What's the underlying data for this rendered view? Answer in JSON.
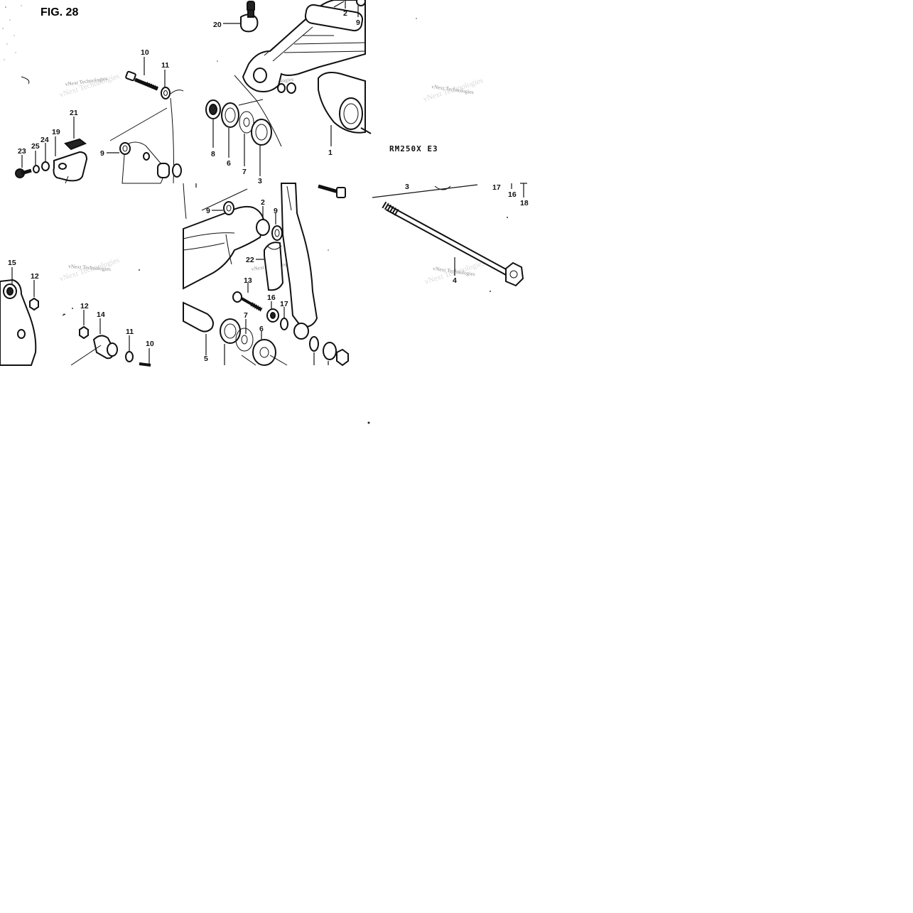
{
  "figure": {
    "title": "FIG. 28",
    "model_label": "RM250X E3",
    "watermark": "vNext Technologies"
  },
  "callouts": [
    {
      "id": "c1",
      "text": "20"
    },
    {
      "id": "c2",
      "text": "2"
    },
    {
      "id": "c3",
      "text": "9"
    },
    {
      "id": "c4",
      "text": "10"
    },
    {
      "id": "c5",
      "text": "11"
    },
    {
      "id": "c6",
      "text": "21"
    },
    {
      "id": "c7",
      "text": "19"
    },
    {
      "id": "c8",
      "text": "24"
    },
    {
      "id": "c9",
      "text": "25"
    },
    {
      "id": "c10",
      "text": "23"
    },
    {
      "id": "c11",
      "text": "9"
    },
    {
      "id": "c12",
      "text": "8"
    },
    {
      "id": "c13",
      "text": "6"
    },
    {
      "id": "c14",
      "text": "7"
    },
    {
      "id": "c15",
      "text": "3"
    },
    {
      "id": "c16",
      "text": "1"
    },
    {
      "id": "c17",
      "text": "3"
    },
    {
      "id": "c18",
      "text": "17"
    },
    {
      "id": "c19",
      "text": "16"
    },
    {
      "id": "c20",
      "text": "18"
    },
    {
      "id": "c21",
      "text": "9"
    },
    {
      "id": "c22",
      "text": "2"
    },
    {
      "id": "c23",
      "text": "9"
    },
    {
      "id": "c24",
      "text": "22"
    },
    {
      "id": "c25",
      "text": "13"
    },
    {
      "id": "c26",
      "text": "16"
    },
    {
      "id": "c27",
      "text": "17"
    },
    {
      "id": "c28",
      "text": "7"
    },
    {
      "id": "c29",
      "text": "6"
    },
    {
      "id": "c30",
      "text": "5"
    },
    {
      "id": "c31",
      "text": "4"
    },
    {
      "id": "c32",
      "text": "15"
    },
    {
      "id": "c33",
      "text": "12"
    },
    {
      "id": "c34",
      "text": "12"
    },
    {
      "id": "c35",
      "text": "14"
    },
    {
      "id": "c36",
      "text": "11"
    },
    {
      "id": "c37",
      "text": "10"
    }
  ]
}
